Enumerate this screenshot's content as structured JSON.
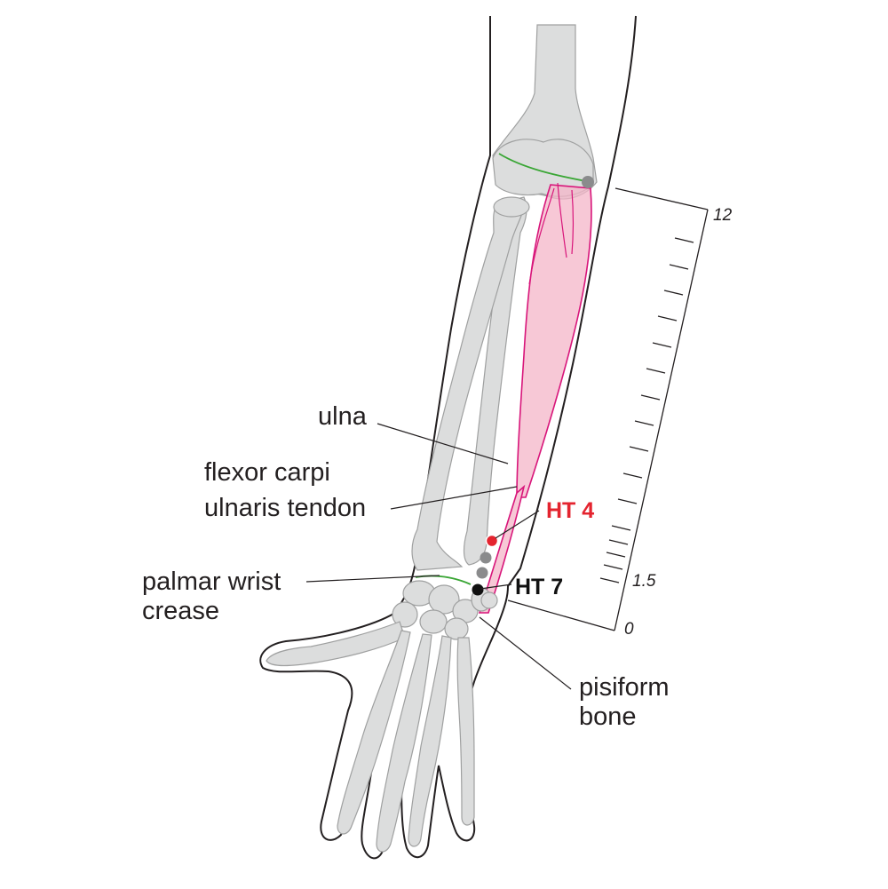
{
  "labels": {
    "ulna": "ulna",
    "fcu_line1": "flexor carpi",
    "fcu_line2": "ulnaris tendon",
    "wrist_line1": "palmar wrist",
    "wrist_line2": "crease",
    "pisiform_line1": "pisiform",
    "pisiform_line2": "bone"
  },
  "points": {
    "ht4": {
      "label": "HT 4",
      "color": "#e4242f"
    },
    "ht7": {
      "label": "HT 7",
      "color": "#111111"
    }
  },
  "scale": {
    "top_label": "12",
    "mid_label": "1.5",
    "bottom_label": "0"
  },
  "colors": {
    "bone": "#dcdddd",
    "muscle": "#f4b6c8",
    "muscle_outline": "#d8157a",
    "crease": "#3aa635",
    "outline": "#231f20"
  }
}
